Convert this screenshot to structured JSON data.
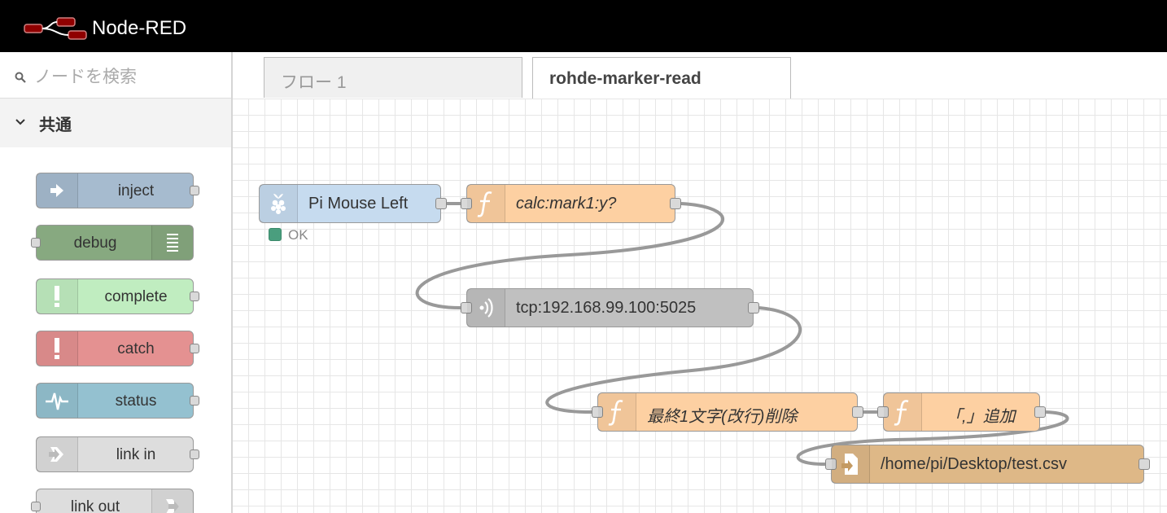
{
  "header": {
    "title": "Node-RED"
  },
  "palette": {
    "search_placeholder": "ノードを検索",
    "category": "共通",
    "nodes": [
      {
        "label": "inject",
        "icon": "arrow-in-icon",
        "color": "#a6bbcf"
      },
      {
        "label": "debug",
        "icon": "list-icon",
        "color": "#87a980"
      },
      {
        "label": "complete",
        "icon": "exclamation-icon",
        "color": "#c0edc0"
      },
      {
        "label": "catch",
        "icon": "exclamation-icon",
        "color": "#e49191"
      },
      {
        "label": "status",
        "icon": "pulse-icon",
        "color": "#94c1d0"
      },
      {
        "label": "link in",
        "icon": "link-in-icon",
        "color": "#dddddd"
      },
      {
        "label": "link out",
        "icon": "link-out-icon",
        "color": "#dddddd"
      }
    ]
  },
  "tabs": [
    {
      "label": "フロー 1",
      "active": false
    },
    {
      "label": "rohde-marker-read",
      "active": true
    }
  ],
  "flow": {
    "nodes": [
      {
        "label": "Pi Mouse Left",
        "icon": "raspberry-pi-icon",
        "color": "#c6dbef",
        "italic": false
      },
      {
        "label": "calc:mark1:y?",
        "icon": "function-icon",
        "color": "#fdd0a2",
        "italic": true
      },
      {
        "label": "tcp:192.168.99.100:5025",
        "icon": "tcp-icon",
        "color": "#c0c0c0",
        "italic": false
      },
      {
        "label": "最終1文字(改行)削除",
        "icon": "function-icon",
        "color": "#fdd0a2",
        "italic": true
      },
      {
        "label": "「,」追加",
        "icon": "function-icon",
        "color": "#fdd0a2",
        "italic": true
      },
      {
        "label": "/home/pi/Desktop/test.csv",
        "icon": "file-icon",
        "color": "#deb887",
        "italic": false
      }
    ],
    "status": {
      "text": "OK",
      "color": "#4a9e7e"
    }
  }
}
